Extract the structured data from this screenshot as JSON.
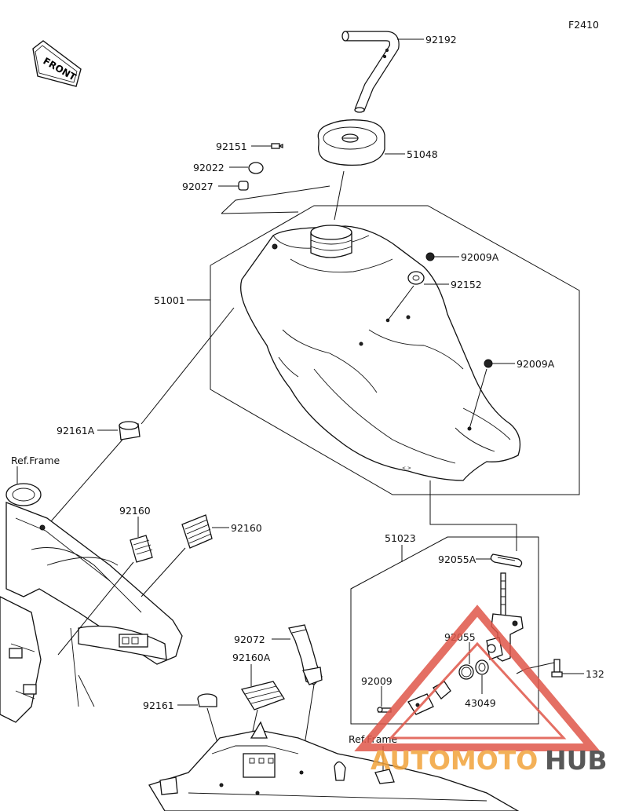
{
  "figure_code": "F2410",
  "front_label": "FRONT",
  "labels": {
    "p92192": "92192",
    "p92151": "92151",
    "p51048": "51048",
    "p92022": "92022",
    "p92027": "92027",
    "p92009A_top": "92009A",
    "p92152": "92152",
    "p51001": "51001",
    "p92009A_mid": "92009A",
    "p92161A": "92161A",
    "ref_frame_left": "Ref.Frame",
    "p92160_left": "92160",
    "p92160_right": "92160",
    "p51023": "51023",
    "p92055A": "92055A",
    "p92055": "92055",
    "p132": "132",
    "p92072": "92072",
    "p92160A": "92160A",
    "p92009": "92009",
    "p43049": "43049",
    "p92161": "92161",
    "ref_frame_bottom": "Ref.Frame"
  },
  "watermark": {
    "part1": "AUTOMOTO",
    "part2": "HUB",
    "color_red": "#e0574a",
    "color_orange": "#f2a33a",
    "color_gray": "#3b3b3b"
  }
}
